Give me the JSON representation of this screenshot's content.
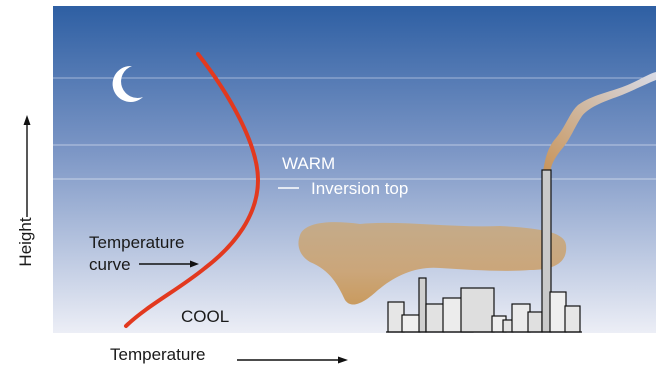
{
  "labels": {
    "warm": "WARM",
    "inversion_top": "Inversion top",
    "temperature_curve_line1": "Temperature",
    "temperature_curve_line2": "curve",
    "cool": "COOL",
    "height_axis": "Height",
    "temperature_axis": "Temperature"
  },
  "colors": {
    "sky_top": "#2e5fa3",
    "sky_mid": "#8fa6cf",
    "sky_bottom": "#e8eaf3",
    "temperature_curve": "#e2391f",
    "smog": "#c9a777",
    "building_fill": "#dcdcdc",
    "building_stroke": "#111111",
    "moon": "#ffffff",
    "axis": "#111111"
  },
  "icons": {
    "moon": "crescent-moon-icon",
    "factory": "factory-icon"
  }
}
